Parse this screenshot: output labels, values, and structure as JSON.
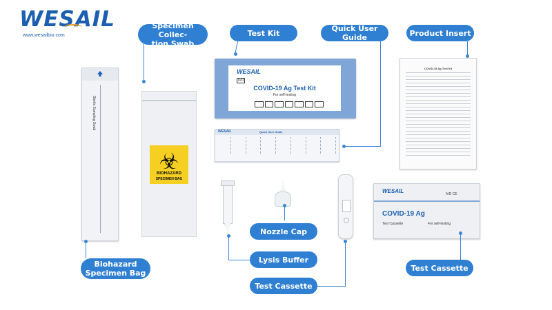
{
  "logo": {
    "brand": "WESAIL",
    "url": "www.wesailbio.com"
  },
  "labels": {
    "specimen_swab": "Specimen Collec-\ntion Swab",
    "test_kit": "Test Kit",
    "quick_guide": "Quick User Guide",
    "product_insert": "Product Insert",
    "nozzle_cap": "Nozzle Cap",
    "lysis_buffer": "Lysis Buffer",
    "test_cassette_bottom": "Test Cassette",
    "test_cassette_right": "Test Cassette",
    "biohazard_bag": "Biohazard\nSpecimen Bag"
  },
  "kit_box": {
    "brand": "WESAIL",
    "ivd": "IVD",
    "title": "COVID-19 Ag Test Kit",
    "subtitle": "For self-testing"
  },
  "guide_card": {
    "brand": "WESAIL",
    "title": "Quick User Guide"
  },
  "insert_sheet": {
    "title": "COVID-19 Ag Test Kit"
  },
  "swab_pack": {
    "label": "Sterile Sampling Swab"
  },
  "bag_print": {
    "line1": "BIOHAZARD",
    "line2": "SPECIMEN BAG"
  },
  "pouch": {
    "brand": "WESAIL",
    "marks": "IVD CE",
    "title": "COVID-19 Ag",
    "sub1": "Test Cassette",
    "sub2": "For self-testing"
  },
  "colors": {
    "accent": "#2f7fd2",
    "brand": "#1c5fb0",
    "biohazard": "#f5cf22"
  }
}
